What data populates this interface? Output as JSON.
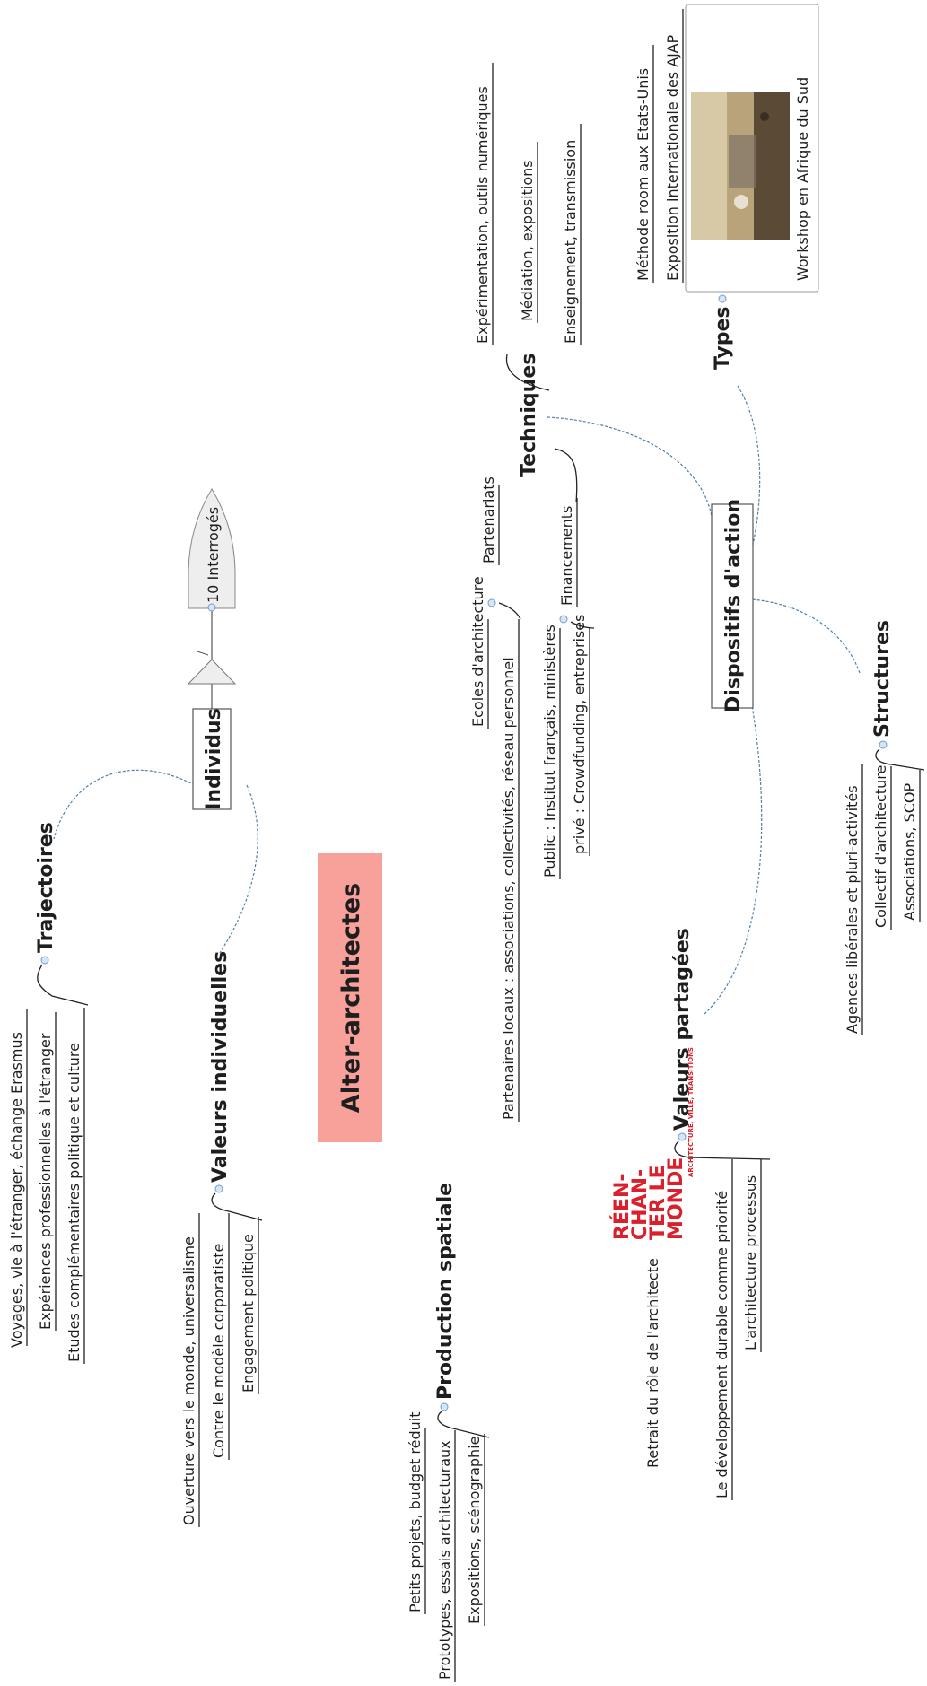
{
  "center": "Alter-architectes",
  "colors": {
    "center_fill": "#f8a19b",
    "connector": "#4d80ad",
    "text": "#1e1e1e"
  },
  "branches": {
    "individus": {
      "label": "Individus",
      "interroges": "10 Interrogés"
    },
    "trajectoires": {
      "label": "Trajectoires",
      "items": [
        "Voyages, vie à l'étranger, échange Erasmus",
        "Expériences professionnelles à l'étranger",
        "Etudes complémentaires politique et culture"
      ]
    },
    "valeurs_individuelles": {
      "label": "Valeurs individuelles",
      "items": [
        "Ouverture vers le monde, universalisme",
        "Contre le modèle corporatiste",
        "Engagement politique"
      ]
    },
    "production_spatiale": {
      "label": "Production spatiale",
      "items": [
        "Petits projets, budget réduit",
        "Prototypes, essais architecturaux",
        "Expositions, scénographie"
      ]
    },
    "techniques": {
      "label": "Techniques",
      "items": [
        "Expérimentation, outils numériques",
        "Médiation, expositions",
        "Enseignement, transmission"
      ]
    },
    "partenariats": {
      "label": "Partenariats",
      "items": [
        "Ecoles d'architecture",
        "Partenaires locaux : associations, collectivités, réseau personnel"
      ]
    },
    "financements": {
      "label": "Financements",
      "items": [
        "Public : Institut français, ministères",
        "privé : Crowdfunding, entreprises"
      ]
    },
    "types": {
      "label": "Types",
      "items": [
        "Méthode room aux Etats-Unis",
        "Exposition internationale des AJAP",
        "Workshop en Afrique du Sud"
      ]
    },
    "dispositifs": {
      "label": "Dispositifs d'action"
    },
    "structures": {
      "label": "Structures",
      "items": [
        "Agences libérales et pluri-activités",
        "Collectif d'architecture",
        "Associations, SCOP"
      ]
    },
    "valeurs_partagees": {
      "label": "Valeurs partagées",
      "items": [
        "Retrait du rôle de l'architecte",
        "Le développement durable comme priorité",
        "L'architecture processus"
      ]
    }
  },
  "logo": {
    "lines": [
      "RÉEN-",
      "CHAN-",
      "TER LE",
      "MONDE"
    ],
    "subtitle": "ARCHITECTURE, VILLE, TRANSITIONS",
    "color": "#d9202c"
  }
}
